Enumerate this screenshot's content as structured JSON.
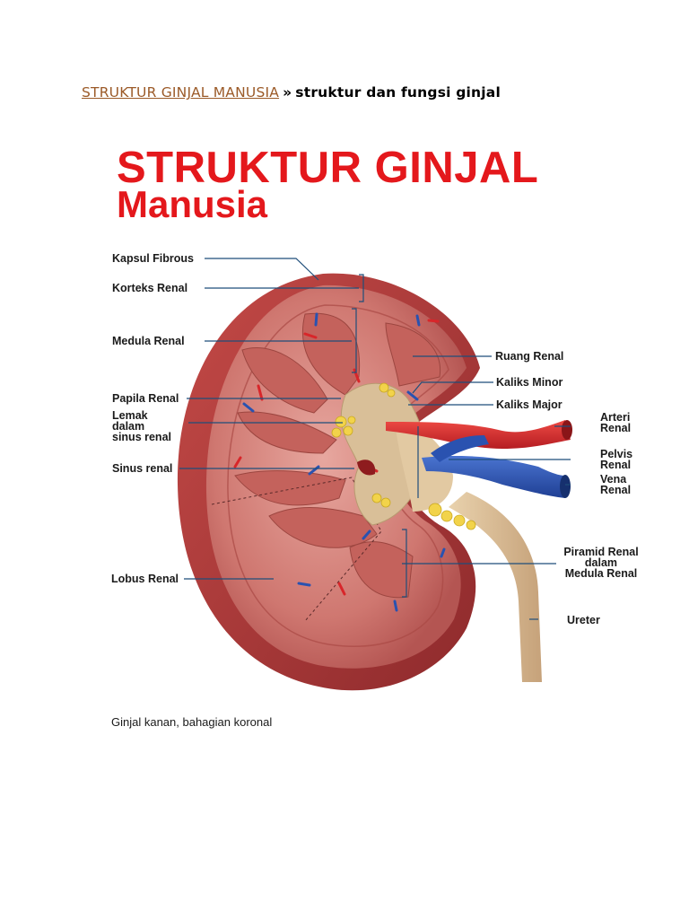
{
  "breadcrumb": {
    "link": "STRUKTUR GINJAL MANUSIA",
    "separator": "»",
    "current": "struktur dan fungsi ginjal"
  },
  "figure": {
    "title_line1": "STRUKTUR GINJAL",
    "title_line2": "Manusia",
    "caption": "Ginjal kanan, bahagian koronal",
    "labels": {
      "kapsul_fibrous": "Kapsul Fibrous",
      "korteks_renal": "Korteks Renal",
      "medula_renal": "Medula Renal",
      "papila_renal": "Papila Renal",
      "lemak_sinus": "Lemak\ndalam\nsinus renal",
      "sinus_renal": "Sinus renal",
      "lobus_renal": "Lobus Renal",
      "ruang_renal": "Ruang Renal",
      "kaliks_minor": "Kaliks Minor",
      "kaliks_major": "Kaliks Major",
      "arteri_renal": "Arteri\nRenal",
      "pelvis_renal": "Pelvis\nRenal",
      "vena_renal": "Vena\nRenal",
      "piramid_renal": "Piramid Renal\ndalam\nMedula Renal",
      "ureter": "Ureter"
    },
    "colors": {
      "title": "#e4181c",
      "capsule": "#b8383a",
      "cortex": "#cf7770",
      "pyramid": "#c96a63",
      "sinus": "#d9bf98",
      "fat": "#f2d34a",
      "artery": "#d8262a",
      "vein": "#2a52b0",
      "ureter": "#d8b890",
      "leader": "#1f4e7a"
    }
  }
}
